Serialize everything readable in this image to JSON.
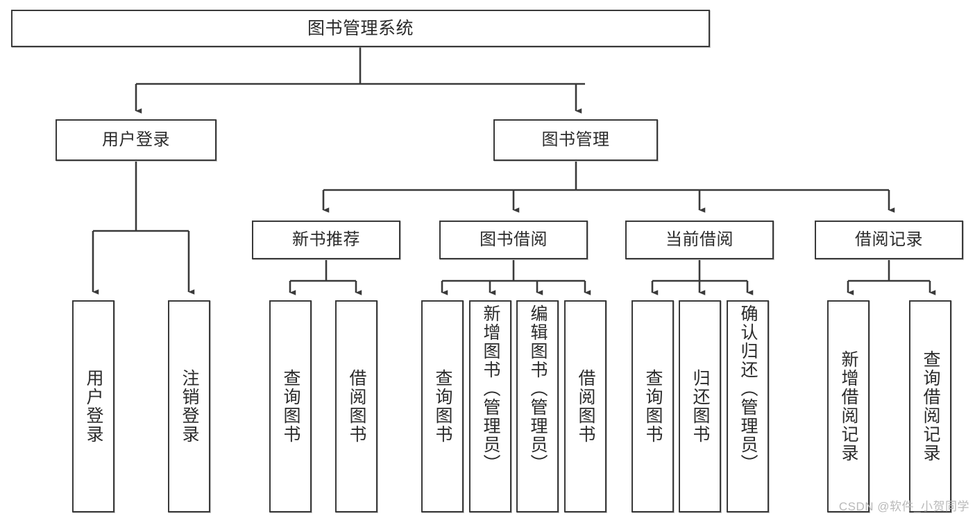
{
  "diagram": {
    "title": "图书管理系统",
    "type": "functional-decomposition-tree",
    "watermark": "CSDN @软件_小贺同学",
    "colors": {
      "stroke": "#3a3a3a",
      "box_fill": "#ffffff",
      "text": "#2b2b2b",
      "watermark": "#b9b9b9",
      "background": "#ffffff"
    },
    "levels": {
      "root": {
        "label": "图书管理系统"
      },
      "level2": [
        {
          "id": "user-login",
          "label": "用户登录"
        },
        {
          "id": "book-management",
          "label": "图书管理"
        }
      ],
      "level3": [
        {
          "id": "new-book-recommend",
          "label": "新书推荐",
          "parent": "book-management"
        },
        {
          "id": "book-borrow",
          "label": "图书借阅",
          "parent": "book-management"
        },
        {
          "id": "current-borrow",
          "label": "当前借阅",
          "parent": "book-management"
        },
        {
          "id": "borrow-record",
          "label": "借阅记录",
          "parent": "book-management"
        }
      ],
      "leaves": [
        {
          "id": "leaf-user-login",
          "label": "用户登录",
          "parent": "user-login"
        },
        {
          "id": "leaf-logout",
          "label": "注销登录",
          "parent": "user-login"
        },
        {
          "id": "leaf-query-book-1",
          "label": "查询图书",
          "parent": "new-book-recommend"
        },
        {
          "id": "leaf-borrow-book-1",
          "label": "借阅图书",
          "parent": "new-book-recommend"
        },
        {
          "id": "leaf-query-book-2",
          "label": "查询图书",
          "parent": "book-borrow"
        },
        {
          "id": "leaf-add-book",
          "label": "新增图书（管理员）",
          "parent": "book-borrow"
        },
        {
          "id": "leaf-edit-book",
          "label": "编辑图书（管理员）",
          "parent": "book-borrow"
        },
        {
          "id": "leaf-borrow-book-2",
          "label": "借阅图书",
          "parent": "book-borrow"
        },
        {
          "id": "leaf-query-book-3",
          "label": "查询图书",
          "parent": "current-borrow"
        },
        {
          "id": "leaf-return-book",
          "label": "归还图书",
          "parent": "current-borrow"
        },
        {
          "id": "leaf-confirm-return",
          "label": "确认归还（管理员）",
          "parent": "current-borrow"
        },
        {
          "id": "leaf-add-record",
          "label": "新增借阅记录",
          "parent": "borrow-record"
        },
        {
          "id": "leaf-query-record",
          "label": "查询借阅记录",
          "parent": "borrow-record"
        }
      ]
    }
  }
}
